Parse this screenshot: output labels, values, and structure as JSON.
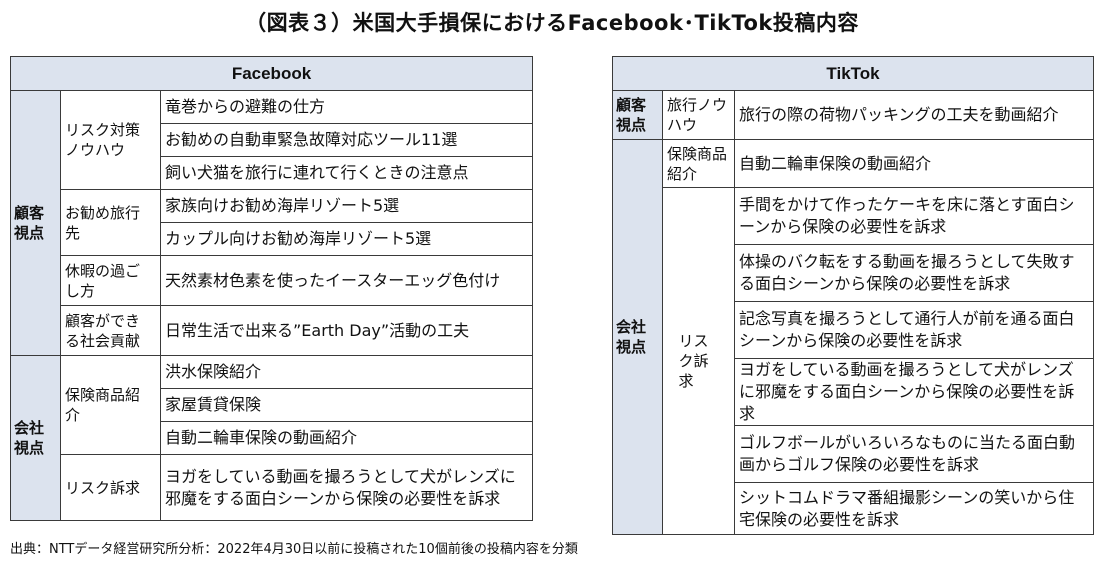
{
  "title": "（図表３）米国大手損保におけるFacebook･TikTok投稿内容",
  "facebook": {
    "header": "Facebook",
    "groups": [
      {
        "label": "顧客視点",
        "subgroups": [
          {
            "label": "リスク対策ノウハウ",
            "items": [
              "竜巻からの避難の仕方",
              "お勧めの自動車緊急故障対応ツール11選",
              "飼い犬猫を旅行に連れて行くときの注意点"
            ]
          },
          {
            "label": "お勧め旅行先",
            "items": [
              "家族向けお勧め海岸リゾート5選",
              "カップル向けお勧め海岸リゾート5選"
            ]
          },
          {
            "label": "休暇の過ごし方",
            "items": [
              "天然素材色素を使ったイースターエッグ色付け"
            ]
          },
          {
            "label": "顧客ができる社会貢献",
            "items": [
              "日常生活で出来る”Earth Day”活動の工夫"
            ]
          }
        ]
      },
      {
        "label": "会社視点",
        "subgroups": [
          {
            "label": "保険商品紹介",
            "items": [
              "洪水保険紹介",
              "家屋賃貸保険",
              "自動二輪車保険の動画紹介"
            ]
          },
          {
            "label": "リスク訴求",
            "items": [
              "ヨガをしている動画を撮ろうとして犬がレンズに邪魔をする面白シーンから保険の必要性を訴求"
            ]
          }
        ]
      }
    ]
  },
  "tiktok": {
    "header": "TikTok",
    "groups": [
      {
        "label": "顧客視点",
        "subgroups": [
          {
            "label": "旅行ノウハウ",
            "items": [
              "旅行の際の荷物パッキングの工夫を動画紹介"
            ]
          }
        ]
      },
      {
        "label": "会社視点",
        "subgroups": [
          {
            "label": "保険商品紹介",
            "items": [
              "自動二輪車保険の動画紹介"
            ]
          },
          {
            "label": "リスク訴求",
            "items": [
              "手間をかけて作ったケーキを床に落とす面白シーンから保険の必要性を訴求",
              "体操のバク転をする動画を撮ろうとして失敗する面白シーンから保険の必要性を訴求",
              "記念写真を撮ろうとして通行人が前を通る面白シーンから保険の必要性を訴求",
              "ヨガをしている動画を撮ろうとして犬がレンズに邪魔をする面白シーンから保険の必要性を訴求",
              "ゴルフボールがいろいろなものに当たる面白動画からゴルフ保険の必要性を訴求",
              "シットコムドラマ番組撮影シーンの笑いから住宅保険の必要性を訴求"
            ]
          }
        ]
      }
    ]
  },
  "source": "出典：NTTデータ経営研究所分析：2022年4月30日以前に投稿された10個前後の投稿内容を分類"
}
